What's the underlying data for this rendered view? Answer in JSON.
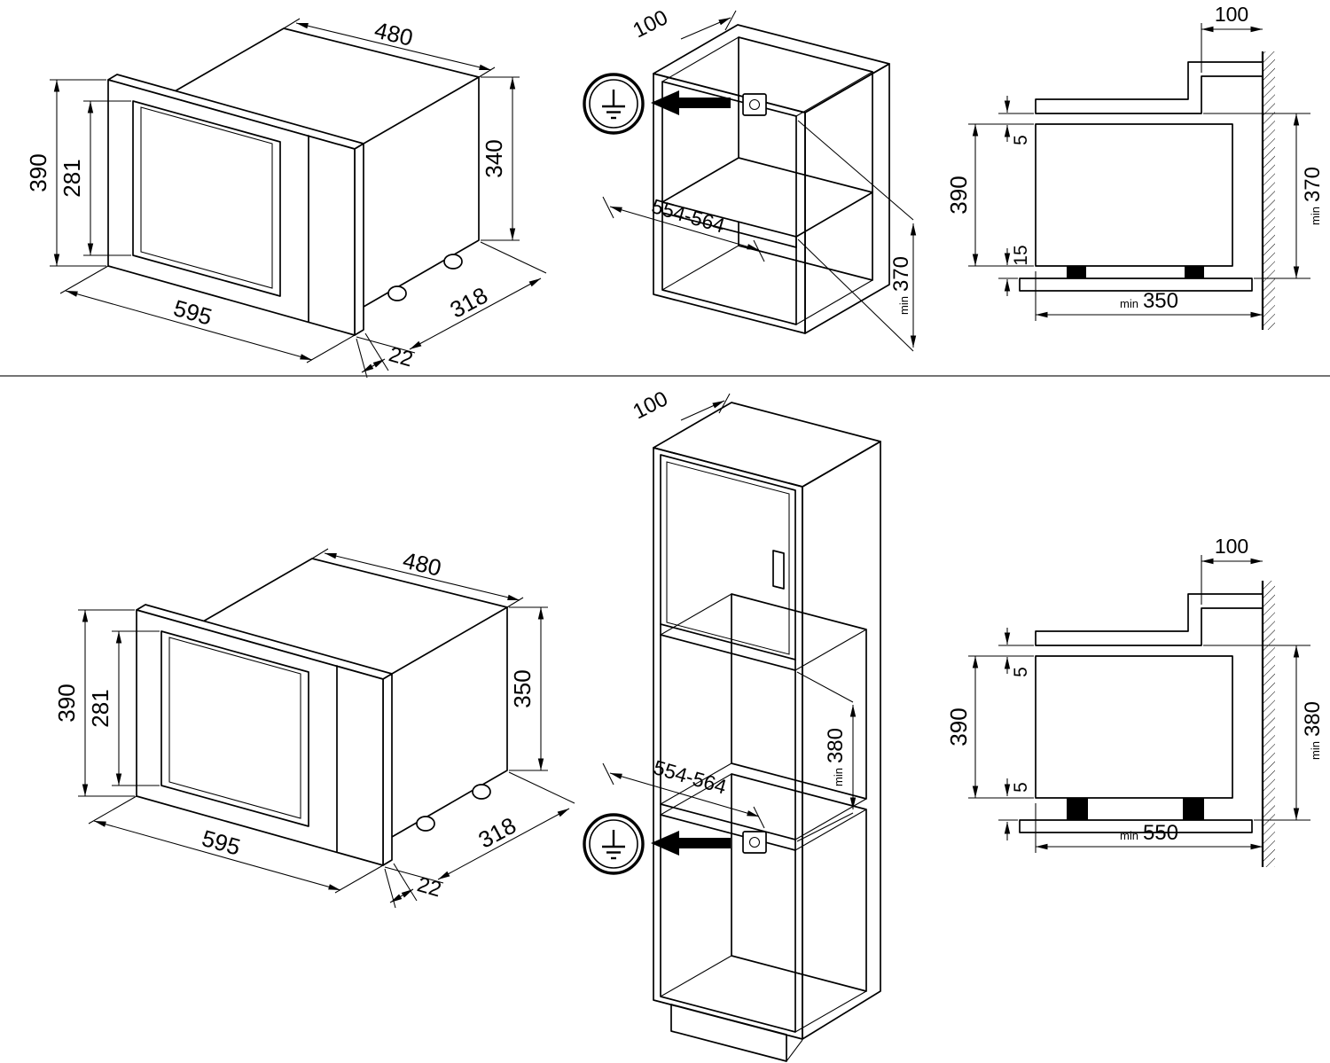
{
  "views": {
    "oven_a": {
      "width_top": "480",
      "height_front": "390",
      "height_door": "281",
      "height_body": "340",
      "width_front": "595",
      "depth_body": "318",
      "frame_depth": "22"
    },
    "cabinet_a": {
      "rear_offset": "100",
      "niche_width": "554-564",
      "min_label": "min",
      "niche_height": "370"
    },
    "section_a": {
      "rear_gap": "100",
      "top_clearance": "5",
      "oven_height": "390",
      "bottom_clearance": "15",
      "min_height_label": "min",
      "niche_height": "370",
      "min_depth_label": "min",
      "niche_depth": "350"
    },
    "oven_b": {
      "width_top": "480",
      "height_front": "390",
      "height_door": "281",
      "height_body": "350",
      "width_front": "595",
      "depth_body": "318",
      "frame_depth": "22"
    },
    "cabinet_b": {
      "rear_offset": "100",
      "niche_width": "554-564",
      "min_label": "min",
      "niche_height": "380"
    },
    "section_b": {
      "rear_gap": "100",
      "top_clearance": "5",
      "oven_height": "390",
      "bottom_clearance": "5",
      "min_height_label": "min",
      "niche_height": "380",
      "min_depth_label": "min",
      "niche_depth": "550"
    }
  }
}
